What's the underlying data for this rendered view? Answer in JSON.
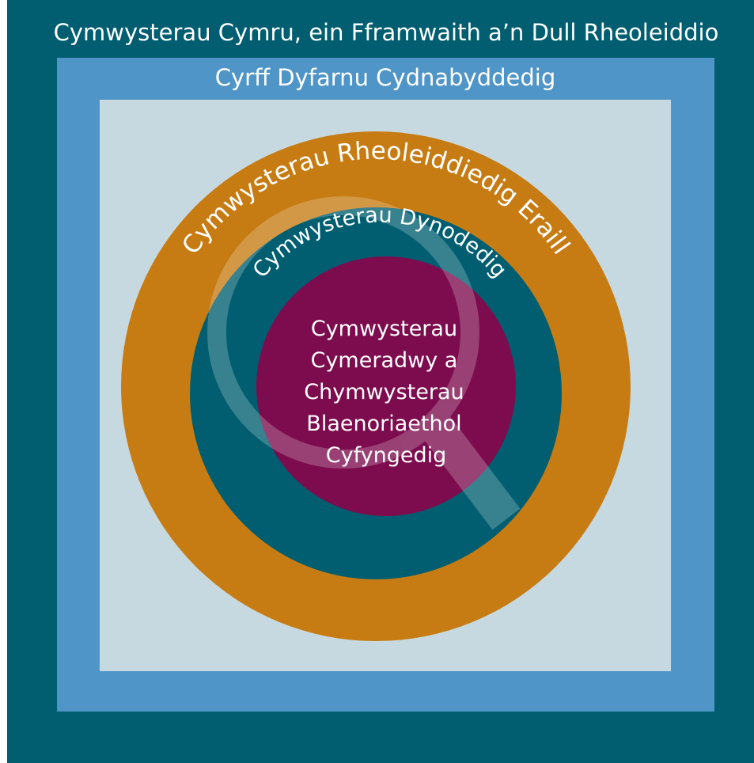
{
  "diagram": {
    "outer_label": "Cymwysterau Cymru, ein Fframwaith a’n Dull Rheoleiddio",
    "middle_label": "Cyrff Dyfarnu Cydnabyddedig",
    "ring_label": "Cymwysterau Rheoleiddiedig Eraill",
    "teal_circle_label": "Cymwysterau Dynodedig",
    "center_lines": [
      "Cymwysterau",
      "Cymeradwy a",
      "Chymwysterau",
      "Blaenoriaethol",
      "Cyfyngedig"
    ]
  },
  "colors": {
    "outer_frame": "#005e70",
    "middle_frame": "#4f95c7",
    "inner_panel": "#c7d9e0",
    "orange_ring": "#c77c13",
    "teal_circle": "#005e70",
    "magenta_core": "#7d0c4e",
    "text": "#ffffff"
  },
  "icons": {
    "watermark": "magnifier-watermark-icon"
  }
}
